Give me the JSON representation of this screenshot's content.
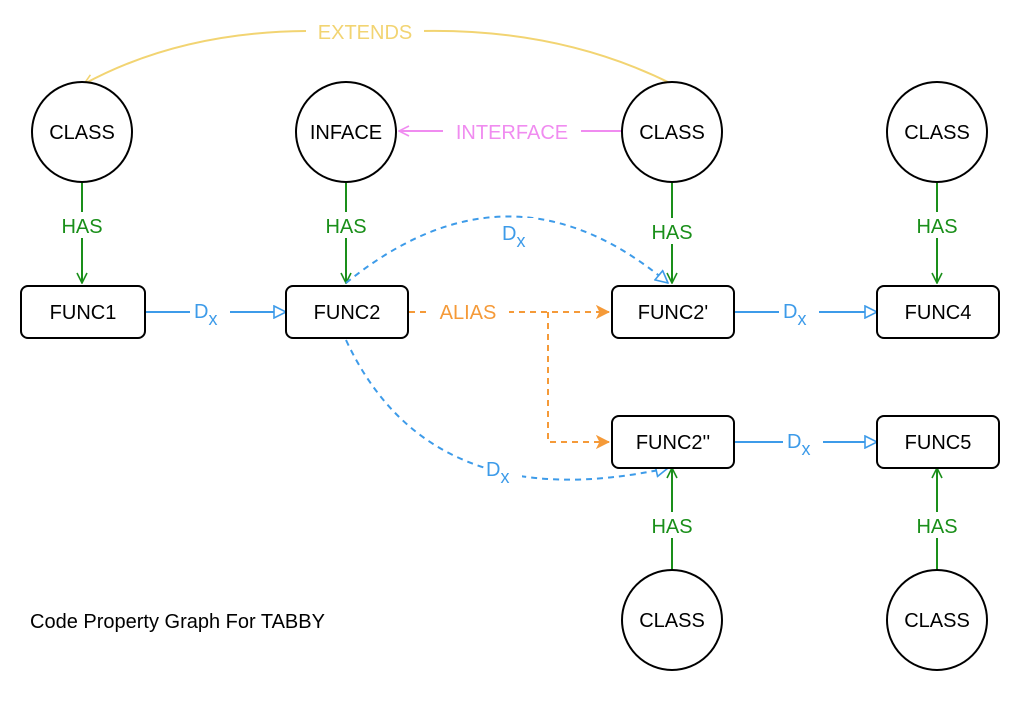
{
  "caption": "Code Property Graph For TABBY",
  "colors": {
    "has": "#1a8f1a",
    "dx": "#3d9be9",
    "alias": "#f59a38",
    "interface": "#f08cf0",
    "extends": "#f2d472",
    "node_stroke": "#000000"
  },
  "nodes": {
    "class1": "CLASS",
    "inface": "INFACE",
    "class3": "CLASS",
    "class4": "CLASS",
    "class5": "CLASS",
    "class6": "CLASS",
    "func1": "FUNC1",
    "func2": "FUNC2",
    "func2p": "FUNC2'",
    "func4": "FUNC4",
    "func2pp": "FUNC2''",
    "func5": "FUNC5"
  },
  "edges": {
    "extends": "EXTENDS",
    "interface": "INTERFACE",
    "has": "HAS",
    "alias": "ALIAS",
    "dx_base": "D",
    "dx_sub": "x"
  }
}
